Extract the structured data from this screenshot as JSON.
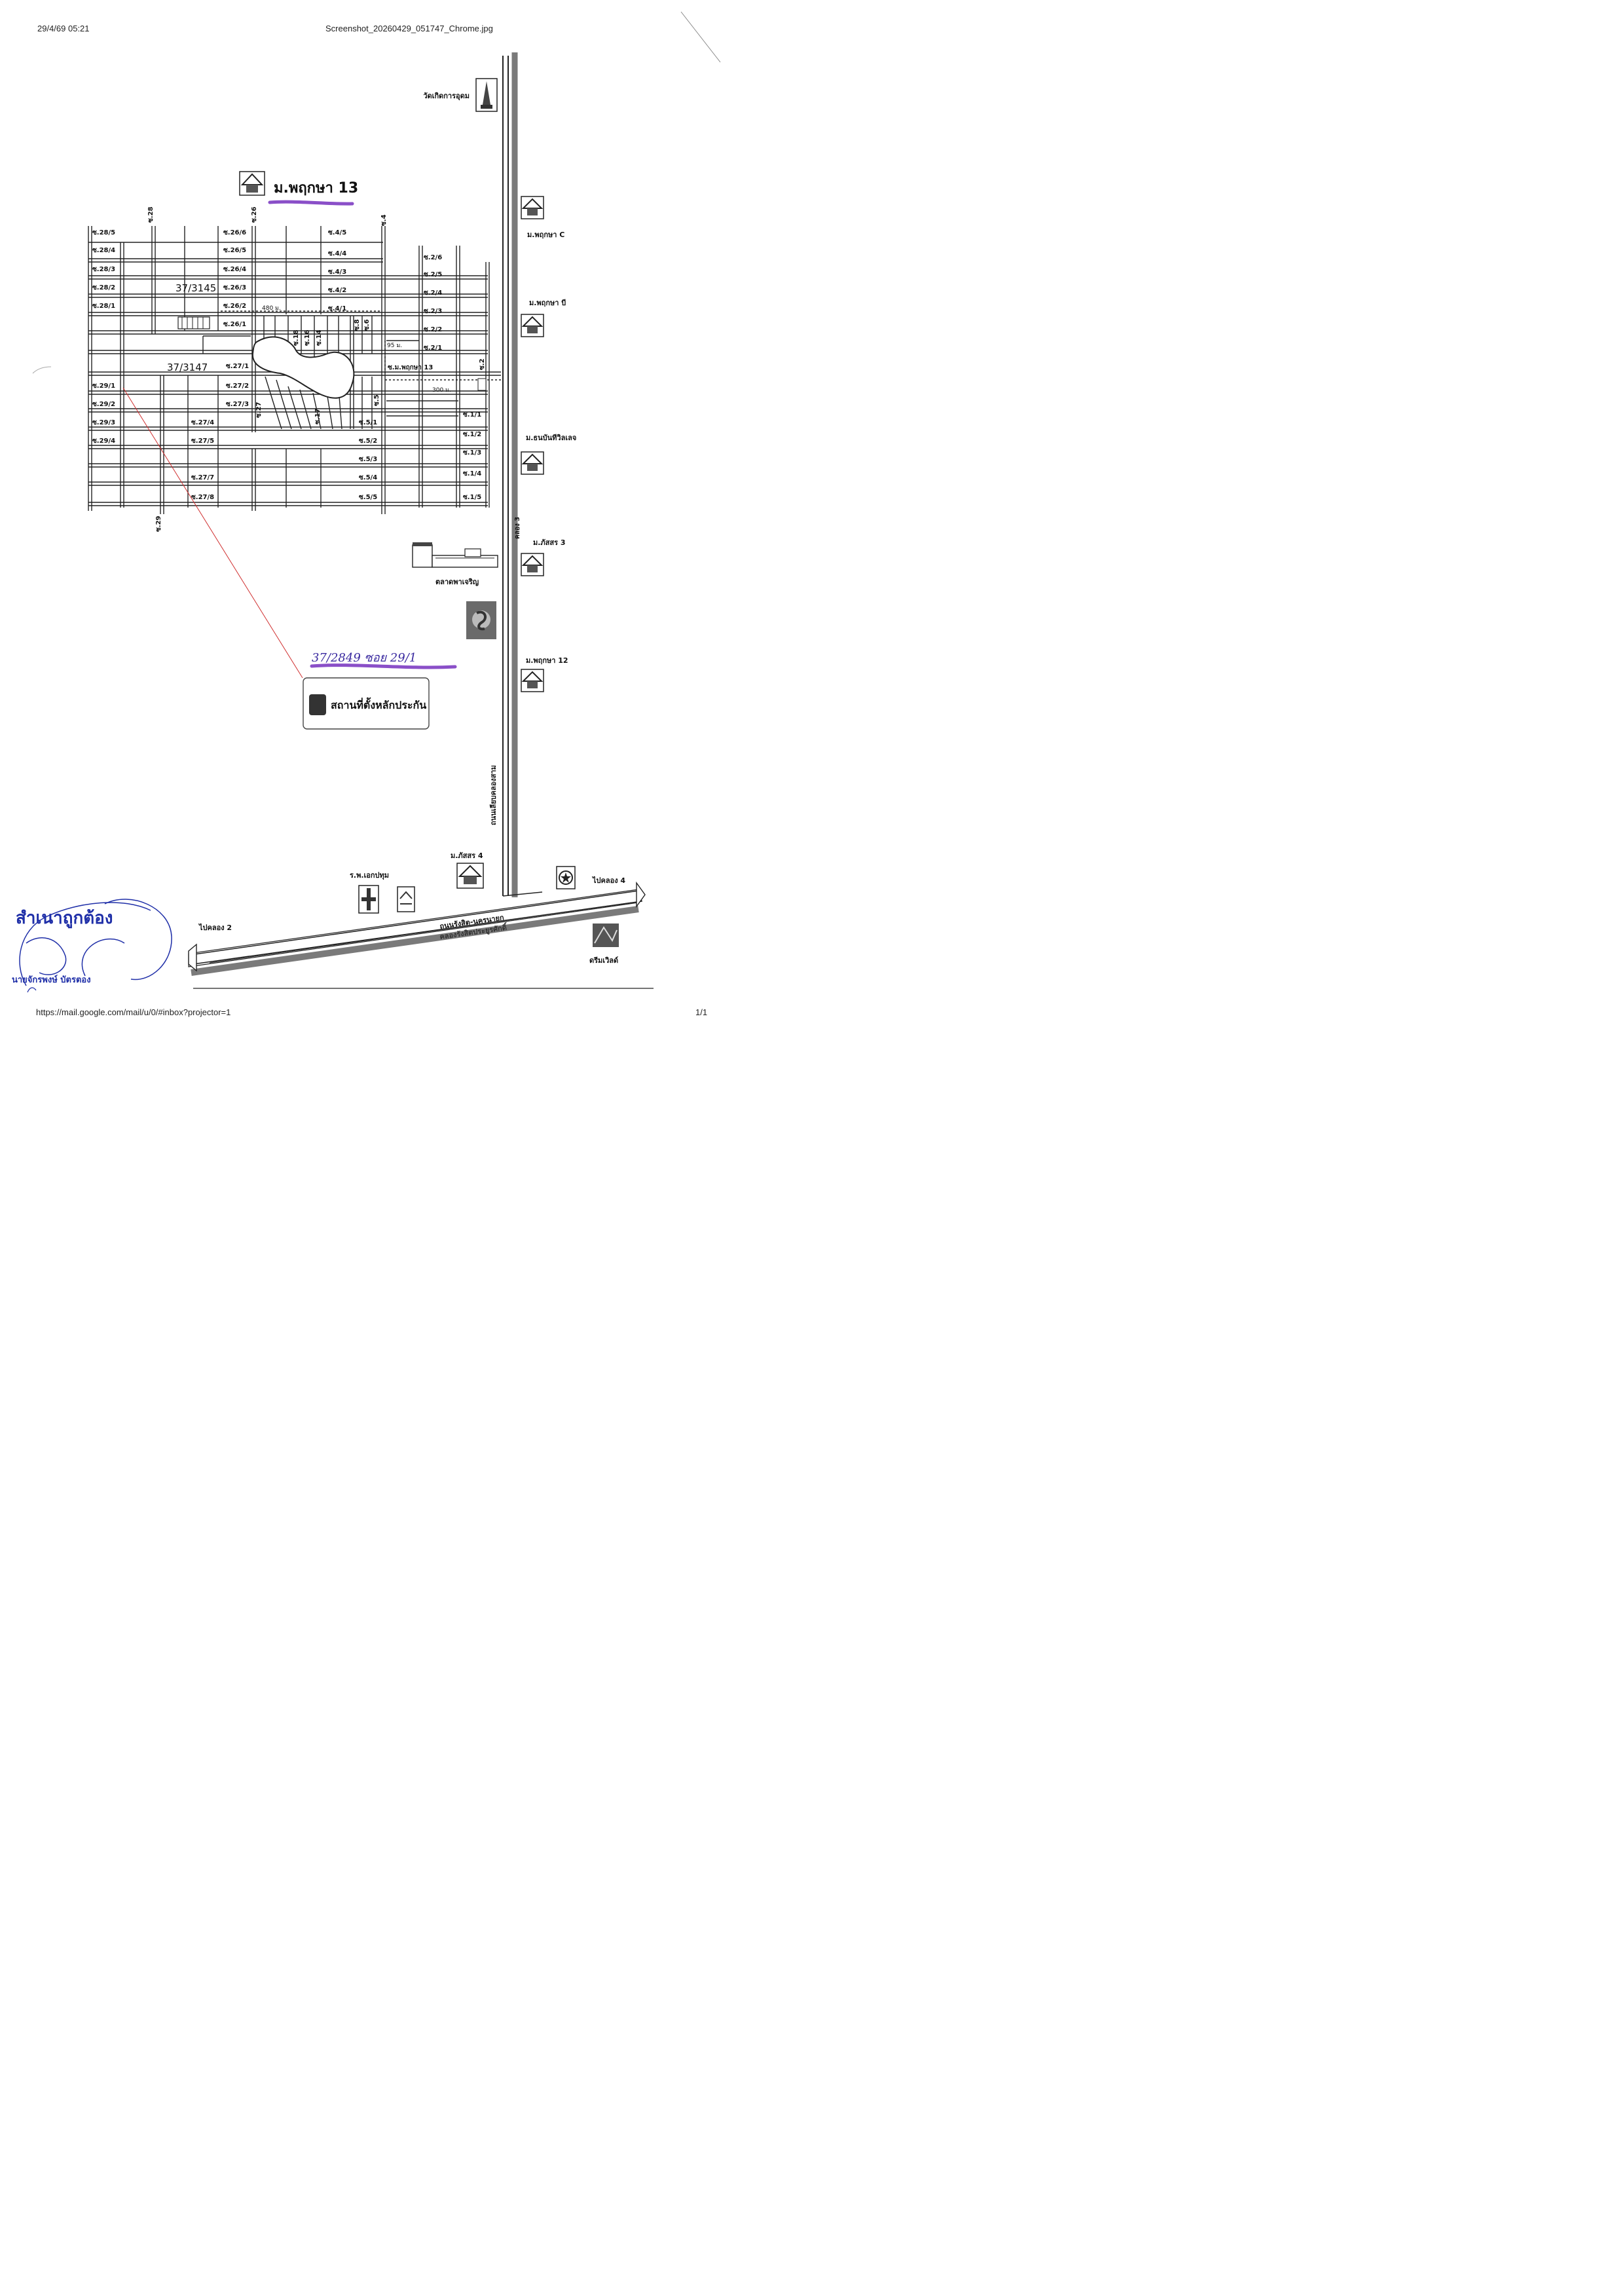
{
  "header": {
    "datetime": "29/4/69 05:21",
    "filename": "Screenshot_20260429_051747_Chrome.jpg"
  },
  "footer": {
    "url": "https://mail.google.com/mail/u/0/#inbox?projector=1",
    "page": "1/1"
  },
  "map": {
    "temple": "วัดเกิดการอุดม",
    "village_title": "ม.พฤกษา 13",
    "lot_3145": "37/3145",
    "lot_3147": "37/3147",
    "dist_480": "480 ม.",
    "dist_95": "95 ม.",
    "dist_300": "300 ม.",
    "alleys_26_col": [
      "ซ.26/6",
      "ซ.26/5",
      "ซ.26/4",
      "ซ.26/3",
      "ซ.26/2",
      "ซ.26/1"
    ],
    "alleys_28_col": [
      "ซ.28/5",
      "ซ.28/4",
      "ซ.28/3",
      "ซ.28/2",
      "ซ.28/1"
    ],
    "alleys_4_col": [
      "ซ.4/5",
      "ซ.4/4",
      "ซ.4/3",
      "ซ.4/2",
      "ซ.4/1"
    ],
    "alleys_2_col": [
      "ซ.2/6",
      "ซ.2/5",
      "ซ.2/4",
      "ซ.2/3",
      "ซ.2/2",
      "ซ.2/1"
    ],
    "alleys_29_col": [
      "ซ.29/1",
      "ซ.29/2",
      "ซ.29/3",
      "ซ.29/4"
    ],
    "alleys_27_col": [
      "ซ.27/1",
      "ซ.27/2",
      "ซ.27/3"
    ],
    "alleys_27_lower": [
      "ซ.27/4",
      "ซ.27/5",
      "ซ.27/7",
      "ซ.27/8"
    ],
    "alleys_5_col": [
      "ซ.5/1",
      "ซ.5/2",
      "ซ.5/3",
      "ซ.5/4",
      "ซ.5/5"
    ],
    "alleys_1_col": [
      "ซ.1/1",
      "ซ.1/2",
      "ซ.1/3",
      "ซ.1/4",
      "ซ.1/5"
    ],
    "vertical_labels": [
      "ซ.28",
      "ซ.26",
      "ซ.4",
      "ซ.2",
      "ซ.29",
      "ซ.27",
      "ซ.17",
      "ซ.5",
      "ซ.18",
      "ซ.16",
      "ซ.14",
      "ซ.8",
      "ซ.6"
    ],
    "main_alley": "ซ.ม.พฤกษา 13",
    "villages_right": [
      "ม.พฤกษา C",
      "ม.พฤกษา บี",
      "ม.ธนบันทีวิลเลจ",
      "ม.ภัสสร 3",
      "ม.พฤกษา 12"
    ],
    "market": "ตลาดพาเจริญ",
    "canal_road_label": "คลอง 3",
    "canal_road": "ถนนเลียบคลองสาม",
    "village_bottom": "ม.ภัสสร 4",
    "hospital": "ร.พ.เอกปทุม",
    "main_road": "ถนนรังสิต-นครนายก",
    "main_road_sub": "คลองรังสิตประยูรศักดิ์",
    "to_left": "ไปคลอง 2",
    "to_right": "ไปคลอง 4",
    "dreamworld": "ดรีมเวิลด์",
    "handwritten_note": "37/2849 ซอย 29/1",
    "legend": "สถานที่ตั้งหลักประกัน"
  },
  "stamp": {
    "text": "สำเนาถูกต้อง",
    "name": "นายจักรพงษ์ บัตรตอง"
  }
}
